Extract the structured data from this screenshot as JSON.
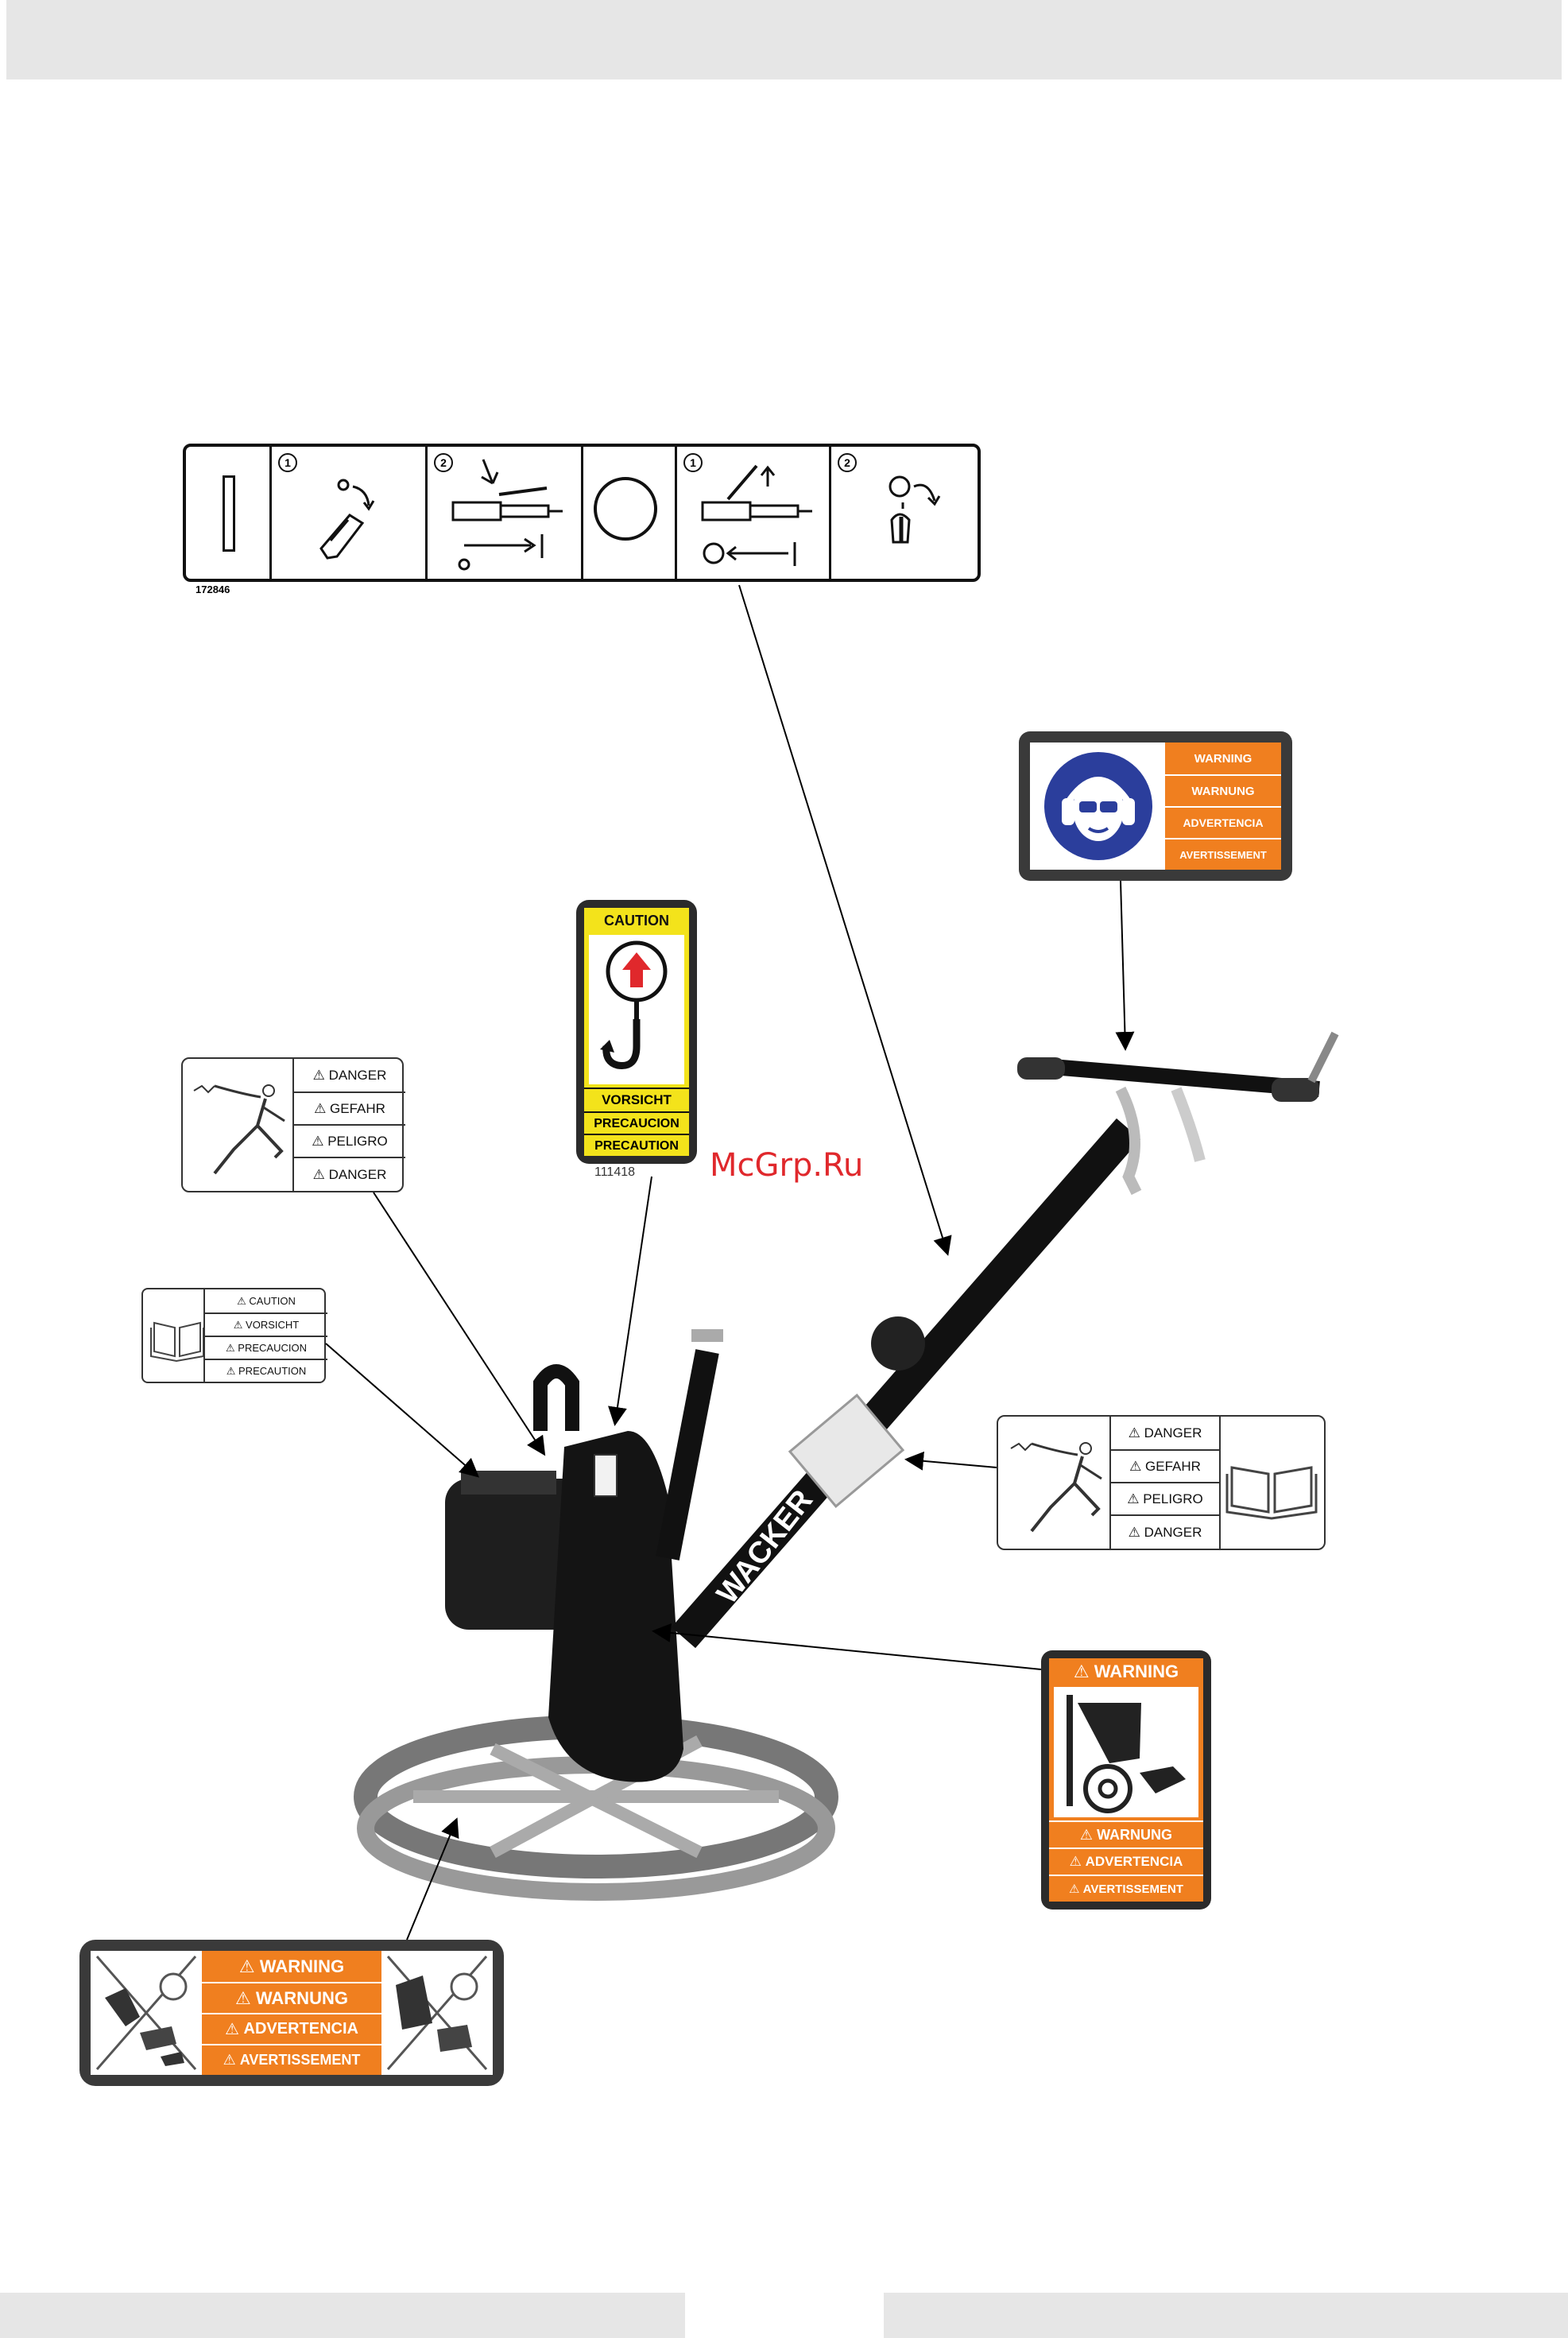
{
  "control_decal": {
    "part_number": "172846",
    "steps": [
      "1",
      "2",
      "1",
      "2"
    ]
  },
  "ppe_label": {
    "rows": [
      "WARNING",
      "WARNUNG",
      "ADVERTENCIA",
      "AVERTISSEMENT"
    ]
  },
  "lifting_label": {
    "header": "CAUTION",
    "rows": [
      "VORSICHT",
      "PRECAUCION",
      "PRECAUTION"
    ],
    "part_number": "111418"
  },
  "electric_label_left": {
    "rows": [
      "DANGER",
      "GEFAHR",
      "PELIGRO",
      "DANGER"
    ]
  },
  "manual_label_left": {
    "rows": [
      "CAUTION",
      "VORSICHT",
      "PRECAUCION",
      "PRECAUTION"
    ]
  },
  "electric_label_right": {
    "rows": [
      "DANGER",
      "GEFAHR",
      "PELIGRO",
      "DANGER"
    ]
  },
  "belt_label": {
    "header": "WARNING",
    "rows": [
      "WARNUNG",
      "ADVERTENCIA",
      "AVERTISSEMENT"
    ]
  },
  "ring_label": {
    "rows": [
      "WARNING",
      "WARNUNG",
      "ADVERTENCIA",
      "AVERTISSEMENT"
    ]
  },
  "machine": {
    "brand": "WACKER"
  },
  "watermark": "McGrp.Ru",
  "colors": {
    "orange": "#f07f1f",
    "yellow": "#f3e31b",
    "blue": "#2b3e9c",
    "red": "#e0282c"
  }
}
